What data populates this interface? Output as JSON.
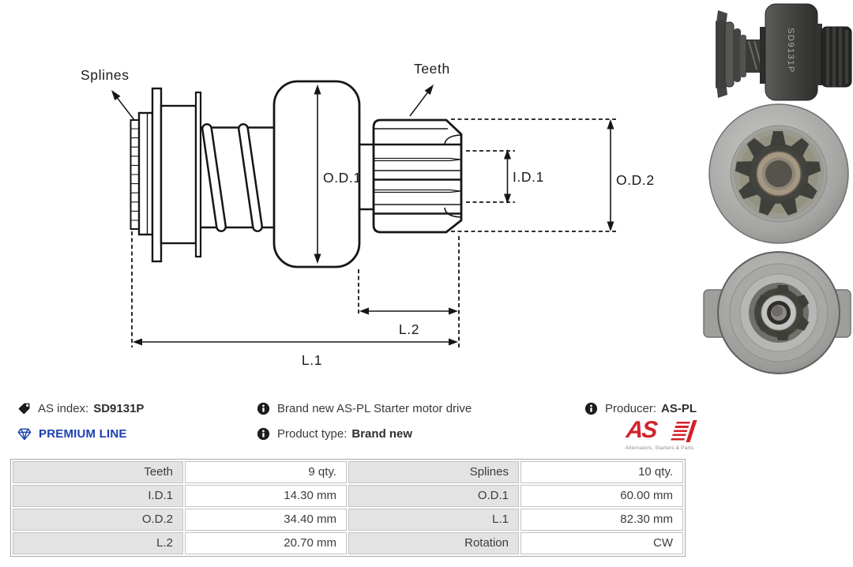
{
  "product": {
    "as_index_label": "AS index:",
    "as_index_value": "SD9131P",
    "premium_line": "PREMIUM LINE",
    "description": "Brand new AS-PL Starter motor drive",
    "product_type_label": "Product type:",
    "product_type_value": "Brand new",
    "producer_label": "Producer:",
    "producer_value": "AS-PL"
  },
  "logo": {
    "text": "AS",
    "tagline": "Alternators, Starters & Parts"
  },
  "diagram": {
    "labels": {
      "splines": "Splines",
      "teeth": "Teeth",
      "od1": "O.D.1",
      "id1": "I.D.1",
      "od2": "O.D.2",
      "l2": "L.2",
      "l1": "L.1"
    }
  },
  "photos": {
    "side_view_marking": "SD9131P"
  },
  "specs": {
    "rows": [
      {
        "l_label": "Teeth",
        "l_value": "9 qty.",
        "r_label": "Splines",
        "r_value": "10 qty."
      },
      {
        "l_label": "I.D.1",
        "l_value": "14.30 mm",
        "r_label": "O.D.1",
        "r_value": "60.00 mm"
      },
      {
        "l_label": "O.D.2",
        "l_value": "34.40 mm",
        "r_label": "L.1",
        "r_value": "82.30 mm"
      },
      {
        "l_label": "L.2",
        "l_value": "20.70 mm",
        "r_label": "Rotation",
        "r_value": "CW"
      }
    ]
  },
  "colors": {
    "premium_blue": "#1a40b0",
    "brand_red": "#d2232a",
    "table_label_bg": "#e3e3e3",
    "table_border": "#c3c3c3",
    "text": "#3a3a3a",
    "drawing_stroke": "#161616"
  }
}
